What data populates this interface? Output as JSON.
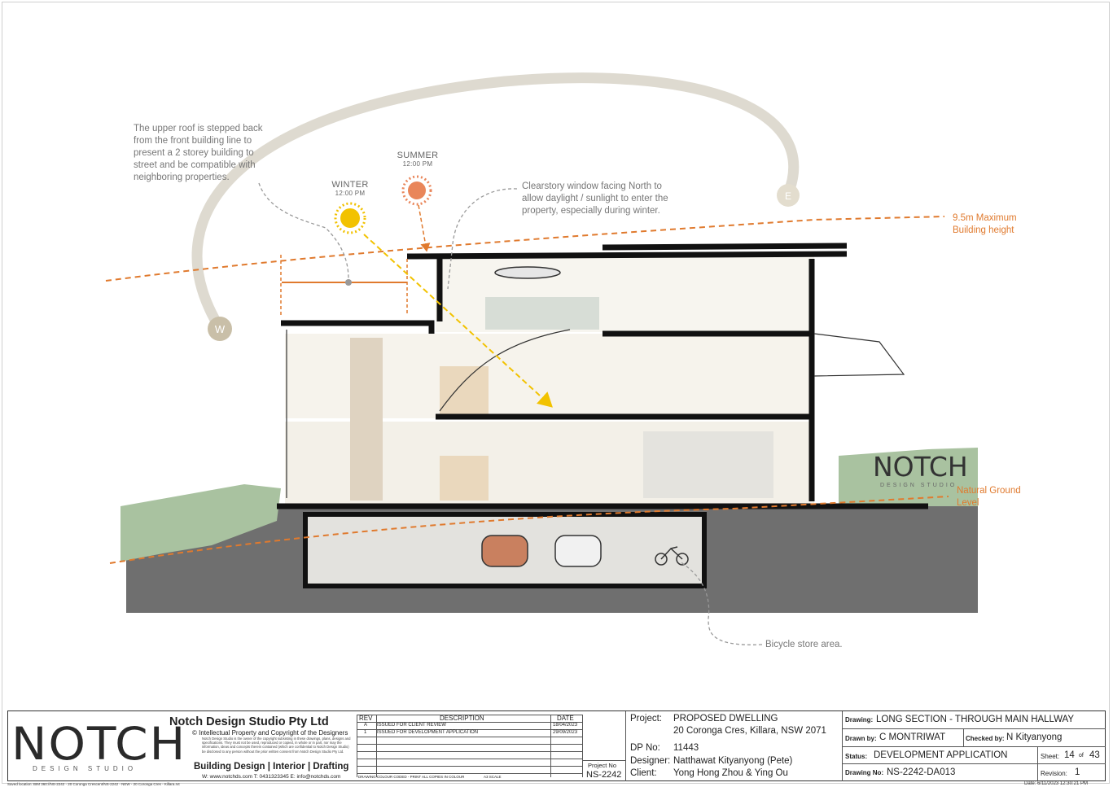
{
  "annotations": {
    "roof_note": [
      "The upper roof is stepped back",
      "from the front building line to",
      "present a 2 storey building to",
      "street and be compatible with",
      "neighboring properties."
    ],
    "clerestory_note": [
      "Clearstory window facing North to",
      "allow daylight / sunlight to enter the",
      "property, especially during winter."
    ],
    "height_label": [
      "9.5m Maximum",
      "Building height"
    ],
    "ground_label": [
      "Natural Ground",
      "Level"
    ],
    "bicycle_note": "Bicycle store area.",
    "winter": {
      "label": "WINTER",
      "time": "12:00 PM"
    },
    "summer": {
      "label": "SUMMER",
      "time": "12:00 PM"
    },
    "west_marker": "W",
    "east_marker": "E",
    "watermark": {
      "main": "NOTCH",
      "sub": "DESIGN STUDIO"
    }
  },
  "colors": {
    "orange": "#e07a2e",
    "sun_winter": "#f2c200",
    "sun_summer": "#e9865a",
    "arc": "#dedad0",
    "marker": "#c9bfa8",
    "ground": "#6f6f6f",
    "grass": "#a9c2a0"
  },
  "title_block": {
    "logo_main": "NOTCH",
    "logo_sub": "DESIGN STUDIO",
    "company": "Notch Design Studio Pty Ltd",
    "copyright": "© Intellectual Property and Copyright of the Designers",
    "fineprint": "Notch Design Studio is the owner of the copyright subsisting in these drawings, plans, designs and specifications. They must not be used, reproduced or copied, in whole or in part, nor may the information, ideas and concepts therein contained (which are confidential to Notch Design Studio) be disclosed to any person without the prior written consent from Notch Design Studio Pty Ltd.",
    "services": "Building Design | Interior | Drafting",
    "contact": "W: www.notchds.com  T: 0431323345  E: info@notchds.com",
    "rev_headers": {
      "rev": "REV",
      "description": "DESCRIPTION",
      "date": "DATE"
    },
    "revisions": [
      {
        "rev": "A",
        "description": "ISSUED FOR CLIENT REVIEW",
        "date": "18/04/2023"
      },
      {
        "rev": "1",
        "description": "ISSUED FOR DEVELOPMENT APPLICATION",
        "date": "29/09/2023"
      }
    ],
    "colour_note": "DRAWING COLOUR CODED - PRINT ALL COPIES IN COLOUR",
    "scale_note": "A3 SCALE",
    "project_no_label": "Project No",
    "project_no": "NS-2242",
    "project_label": "Project:",
    "project": "PROPOSED DWELLING",
    "address": "20 Coronga Cres, Killara, NSW 2071",
    "dp_label": "DP No:",
    "dp": "11443",
    "designer_label": "Designer:",
    "designer": "Natthawat Kityanyong (Pete)",
    "client_label": "Client:",
    "client": "Yong Hong Zhou & Ying Ou",
    "drawing_label": "Drawing:",
    "drawing": "LONG SECTION - THROUGH MAIN HALLWAY",
    "drawn_by_label": "Drawn by:",
    "drawn_by": "C MONTRIWAT",
    "checked_by_label": "Checked by:",
    "checked_by": "N Kityanyong",
    "status_label": "Status:",
    "status": "DEVELOPMENT APPLICATION",
    "sheet_label": "Sheet:",
    "sheet": "14",
    "of_label": "of",
    "sheet_total": "43",
    "drawing_no_label": "Drawing No:",
    "drawing_no": "NS-2242-DA013",
    "revision_label": "Revision:",
    "revision": "1",
    "saved_location": "Saved location:  BIM 360://NS-2242 - 20 Coronga Crescent/NS-2242 - NEW - 20 Coronga Cres - Killara.rvt",
    "date_label": "Date:",
    "date_value": "6/11/2023 12:30:21 PM"
  }
}
